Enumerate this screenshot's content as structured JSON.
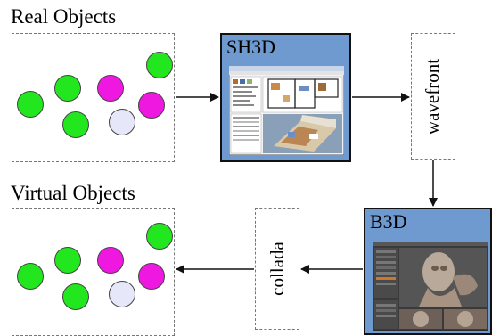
{
  "labels": {
    "real_objects": "Real Objects",
    "virtual_objects": "Virtual Objects"
  },
  "tools": {
    "sh3d": "SH3D",
    "b3d": "B3D"
  },
  "formats": {
    "wavefront": "wavefront",
    "collada": "collada"
  },
  "colors": {
    "green": "#22e61e",
    "magenta": "#ef18e0",
    "lavender": "#e6e8fa",
    "tool_fill": "#6f9ad0"
  },
  "object_colors": [
    "green",
    "green",
    "magenta",
    "green",
    "magenta",
    "green",
    "lavender"
  ]
}
